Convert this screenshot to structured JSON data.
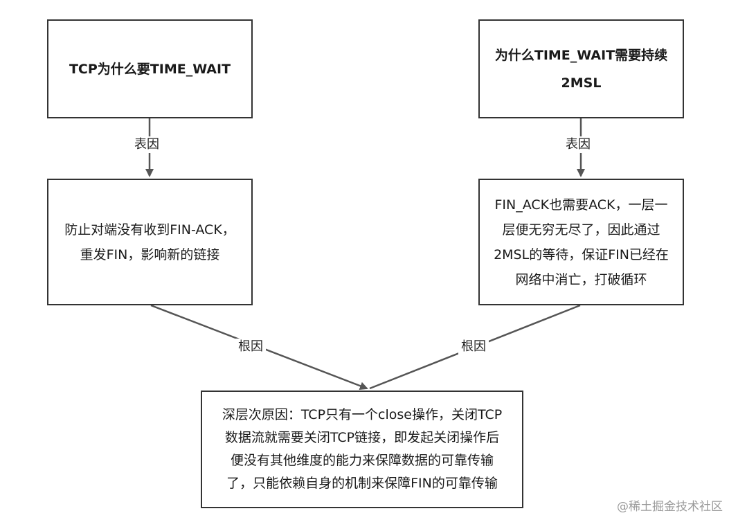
{
  "boxes": {
    "top_left": "TCP为什么要TIME_WAIT",
    "top_right": "为什么TIME_WAIT需要持续\n2MSL",
    "mid_left": "防止对端没有收到FIN-ACK，\n重发FIN，影响新的链接",
    "mid_right": "FIN_ACK也需要ACK，一层一\n层便无穷无尽了，因此通过\n2MSL的等待，保证FIN已经在\n网络中消亡，打破循环",
    "bottom": "深层次原因：TCP只有一个close操作，关闭TCP\n数据流就需要关闭TCP链接，即发起关闭操作后\n便没有其他维度的能力来保障数据的可靠传输\n了，只能依赖自身的机制来保障FIN的可靠传输"
  },
  "labels": {
    "left_surface": "表因",
    "right_surface": "表因",
    "left_root": "根因",
    "right_root": "根因"
  },
  "colors": {
    "stroke": "#333333",
    "connector": "#555555",
    "watermark": "#9a9a9a"
  },
  "watermark": "@稀土掘金技术社区"
}
